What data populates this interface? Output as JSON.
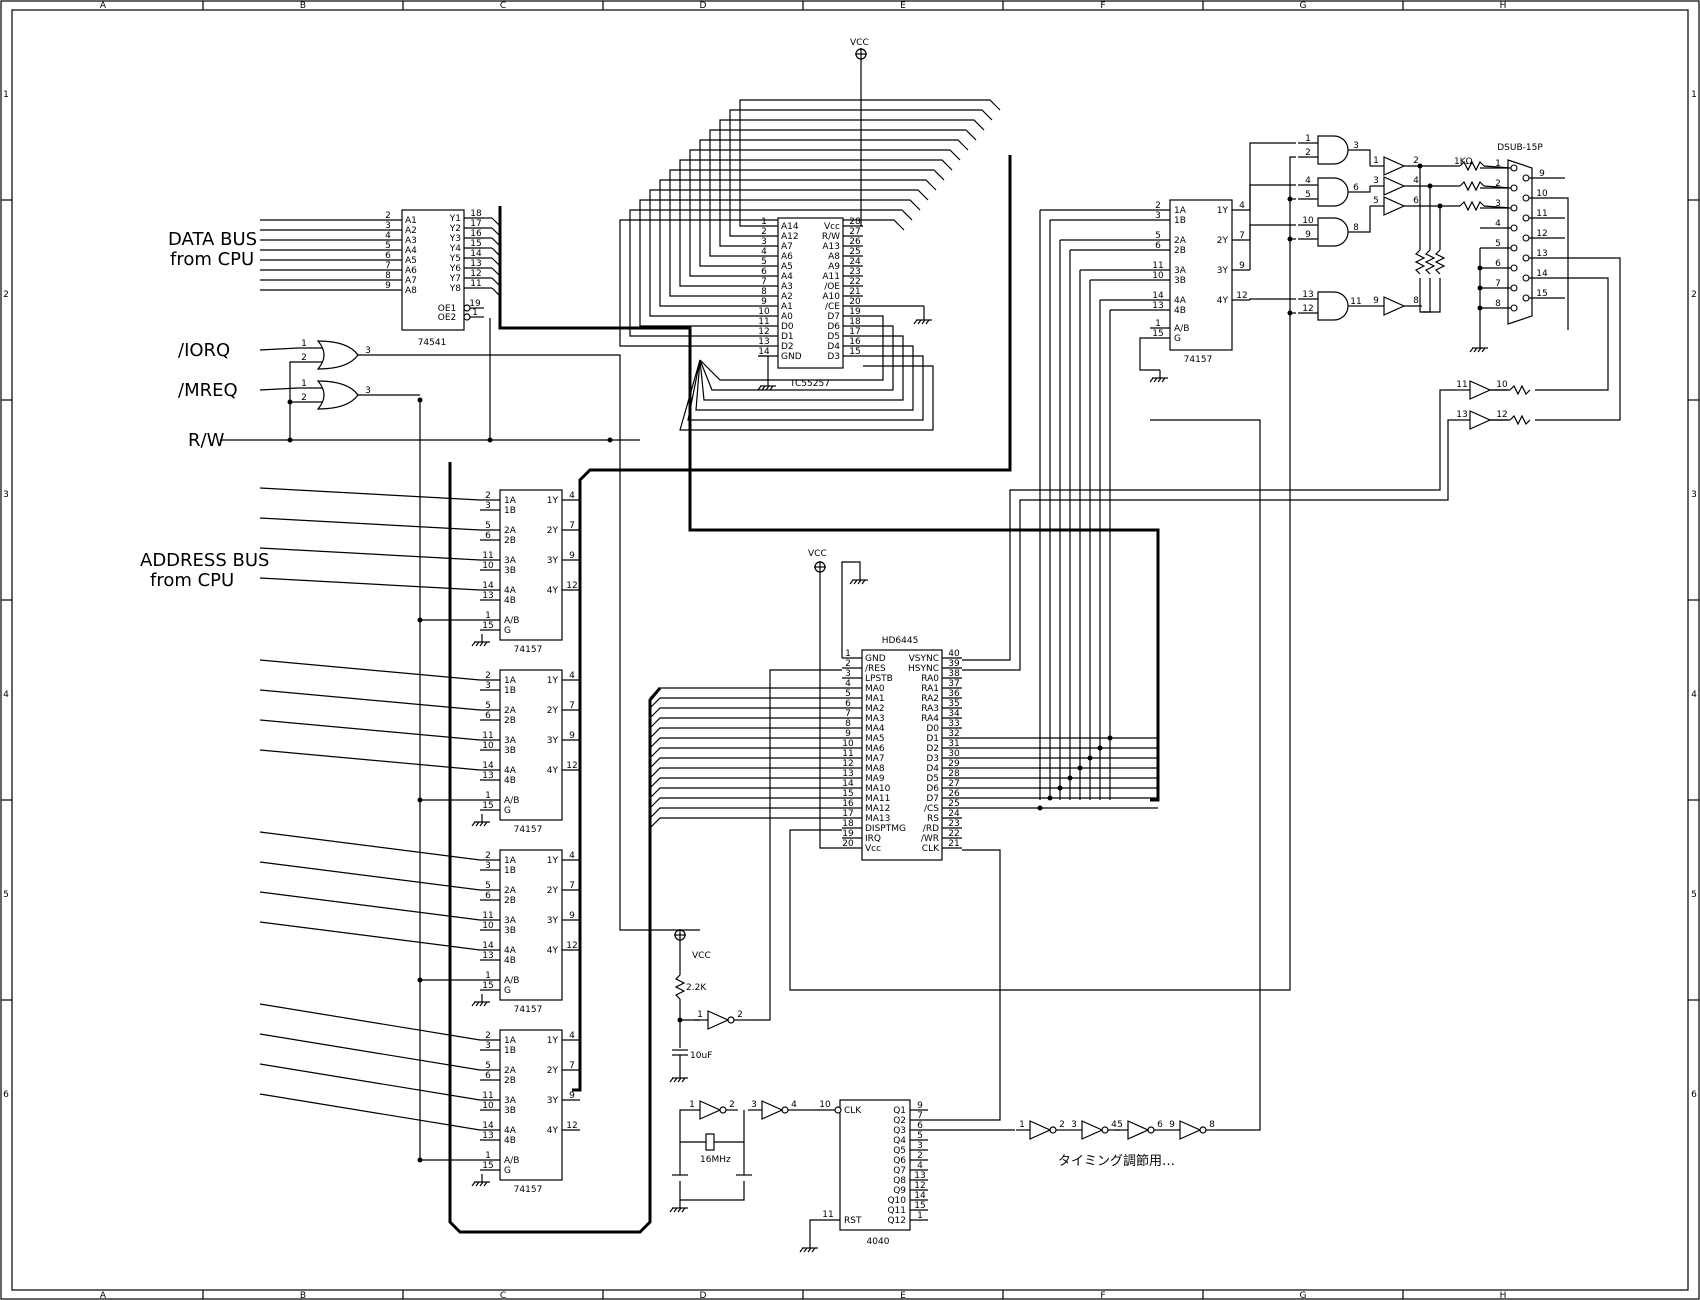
{
  "grid": {
    "columns": [
      "A",
      "B",
      "C",
      "D",
      "E",
      "F",
      "G",
      "H"
    ],
    "rows": [
      "1",
      "2",
      "3",
      "4",
      "5",
      "6"
    ]
  },
  "labels": {
    "data_bus": [
      "DATA BUS",
      "from  CPU"
    ],
    "address_bus": [
      "ADDRESS  BUS",
      "from CPU"
    ],
    "iorq": "/IORQ",
    "mreq": "/MREQ",
    "rw": "R/W",
    "vcc": "VCC",
    "timing_note": "タイミング調節用…",
    "r_2k2": "2.2K",
    "c_10uf": "10uF",
    "xtal": "16MHz",
    "r_1k": "1KΩ"
  },
  "chips": {
    "u74541": {
      "name": "74541",
      "left_pins": [
        {
          "num": "2",
          "sig": "A1"
        },
        {
          "num": "3",
          "sig": "A2"
        },
        {
          "num": "4",
          "sig": "A3"
        },
        {
          "num": "5",
          "sig": "A4"
        },
        {
          "num": "6",
          "sig": "A5"
        },
        {
          "num": "7",
          "sig": "A6"
        },
        {
          "num": "8",
          "sig": "A7"
        },
        {
          "num": "9",
          "sig": "A8"
        }
      ],
      "right_pins": [
        {
          "num": "18",
          "sig": "Y1"
        },
        {
          "num": "17",
          "sig": "Y2"
        },
        {
          "num": "16",
          "sig": "Y3"
        },
        {
          "num": "15",
          "sig": "Y4"
        },
        {
          "num": "14",
          "sig": "Y5"
        },
        {
          "num": "13",
          "sig": "Y6"
        },
        {
          "num": "12",
          "sig": "Y7"
        },
        {
          "num": "11",
          "sig": "Y8"
        }
      ],
      "oe_pins": [
        {
          "num": "19",
          "sig": "OE1"
        },
        {
          "num": "1",
          "sig": "OE2"
        }
      ]
    },
    "tc55257": {
      "name": "TC55257",
      "left_pins": [
        {
          "num": "1",
          "sig": "A14"
        },
        {
          "num": "2",
          "sig": "A12"
        },
        {
          "num": "3",
          "sig": "A7"
        },
        {
          "num": "4",
          "sig": "A6"
        },
        {
          "num": "5",
          "sig": "A5"
        },
        {
          "num": "6",
          "sig": "A4"
        },
        {
          "num": "7",
          "sig": "A3"
        },
        {
          "num": "8",
          "sig": "A2"
        },
        {
          "num": "9",
          "sig": "A1"
        },
        {
          "num": "10",
          "sig": "A0"
        },
        {
          "num": "11",
          "sig": "D0"
        },
        {
          "num": "12",
          "sig": "D1"
        },
        {
          "num": "13",
          "sig": "D2"
        },
        {
          "num": "14",
          "sig": "GND"
        }
      ],
      "right_pins": [
        {
          "num": "28",
          "sig": "Vcc"
        },
        {
          "num": "27",
          "sig": "R/W"
        },
        {
          "num": "26",
          "sig": "A13"
        },
        {
          "num": "25",
          "sig": "A8"
        },
        {
          "num": "24",
          "sig": "A9"
        },
        {
          "num": "23",
          "sig": "A11"
        },
        {
          "num": "22",
          "sig": "/OE"
        },
        {
          "num": "21",
          "sig": "A10"
        },
        {
          "num": "20",
          "sig": "/CE"
        },
        {
          "num": "19",
          "sig": "D7"
        },
        {
          "num": "18",
          "sig": "D6"
        },
        {
          "num": "17",
          "sig": "D5"
        },
        {
          "num": "16",
          "sig": "D4"
        },
        {
          "num": "15",
          "sig": "D3"
        }
      ]
    },
    "hd6445": {
      "name": "HD6445",
      "left_pins": [
        {
          "num": "1",
          "sig": "GND"
        },
        {
          "num": "2",
          "sig": "/RES"
        },
        {
          "num": "3",
          "sig": "LPSTB"
        },
        {
          "num": "4",
          "sig": "MA0"
        },
        {
          "num": "5",
          "sig": "MA1"
        },
        {
          "num": "6",
          "sig": "MA2"
        },
        {
          "num": "7",
          "sig": "MA3"
        },
        {
          "num": "8",
          "sig": "MA4"
        },
        {
          "num": "9",
          "sig": "MA5"
        },
        {
          "num": "10",
          "sig": "MA6"
        },
        {
          "num": "11",
          "sig": "MA7"
        },
        {
          "num": "12",
          "sig": "MA8"
        },
        {
          "num": "13",
          "sig": "MA9"
        },
        {
          "num": "14",
          "sig": "MA10"
        },
        {
          "num": "15",
          "sig": "MA11"
        },
        {
          "num": "16",
          "sig": "MA12"
        },
        {
          "num": "17",
          "sig": "MA13"
        },
        {
          "num": "18",
          "sig": "DISPTMG"
        },
        {
          "num": "19",
          "sig": "IRQ"
        },
        {
          "num": "20",
          "sig": "Vcc"
        }
      ],
      "right_pins": [
        {
          "num": "40",
          "sig": "VSYNC"
        },
        {
          "num": "39",
          "sig": "HSYNC"
        },
        {
          "num": "38",
          "sig": "RA0"
        },
        {
          "num": "37",
          "sig": "RA1"
        },
        {
          "num": "36",
          "sig": "RA2"
        },
        {
          "num": "35",
          "sig": "RA3"
        },
        {
          "num": "34",
          "sig": "RA4"
        },
        {
          "num": "33",
          "sig": "D0"
        },
        {
          "num": "32",
          "sig": "D1"
        },
        {
          "num": "31",
          "sig": "D2"
        },
        {
          "num": "30",
          "sig": "D3"
        },
        {
          "num": "29",
          "sig": "D4"
        },
        {
          "num": "28",
          "sig": "D5"
        },
        {
          "num": "27",
          "sig": "D6"
        },
        {
          "num": "26",
          "sig": "D7"
        },
        {
          "num": "25",
          "sig": "/CS"
        },
        {
          "num": "24",
          "sig": "RS"
        },
        {
          "num": "23",
          "sig": "/RD"
        },
        {
          "num": "22",
          "sig": "/WR"
        },
        {
          "num": "21",
          "sig": "CLK"
        }
      ]
    },
    "u74157": {
      "name": "74157",
      "left_pins": [
        {
          "num": "2",
          "sig": "1A"
        },
        {
          "num": "3",
          "sig": "1B"
        },
        {
          "num": "5",
          "sig": "2A"
        },
        {
          "num": "6",
          "sig": "2B"
        },
        {
          "num": "11",
          "sig": "3A"
        },
        {
          "num": "10",
          "sig": "3B"
        },
        {
          "num": "14",
          "sig": "4A"
        },
        {
          "num": "13",
          "sig": "4B"
        },
        {
          "num": "1",
          "sig": "A/B"
        },
        {
          "num": "15",
          "sig": "G"
        }
      ],
      "right_pins": [
        {
          "num": "4",
          "sig": "1Y"
        },
        {
          "num": "7",
          "sig": "2Y"
        },
        {
          "num": "9",
          "sig": "3Y"
        },
        {
          "num": "12",
          "sig": "4Y"
        }
      ]
    },
    "c4040": {
      "name": "4040",
      "clk": {
        "num": "10",
        "sig": "CLK"
      },
      "rst": {
        "num": "11",
        "sig": "RST"
      },
      "outputs": [
        {
          "num": "9",
          "sig": "Q1"
        },
        {
          "num": "7",
          "sig": "Q2"
        },
        {
          "num": "6",
          "sig": "Q3"
        },
        {
          "num": "5",
          "sig": "Q4"
        },
        {
          "num": "3",
          "sig": "Q5"
        },
        {
          "num": "2",
          "sig": "Q6"
        },
        {
          "num": "4",
          "sig": "Q7"
        },
        {
          "num": "13",
          "sig": "Q8"
        },
        {
          "num": "12",
          "sig": "Q9"
        },
        {
          "num": "14",
          "sig": "Q10"
        },
        {
          "num": "15",
          "sig": "Q11"
        },
        {
          "num": "1",
          "sig": "Q12"
        }
      ]
    },
    "dsub": {
      "name": "DSUB-15P",
      "left_pins": [
        "1",
        "2",
        "3",
        "4",
        "5",
        "6",
        "7",
        "8"
      ],
      "right_pins": [
        "9",
        "10",
        "11",
        "12",
        "13",
        "14",
        "15"
      ]
    }
  },
  "gates": {
    "or1": {
      "in": [
        "1",
        "2"
      ],
      "out": "3"
    },
    "or2": {
      "in": [
        "1",
        "2"
      ],
      "out": "3"
    },
    "and_gates": [
      {
        "in": [
          "1",
          "2"
        ],
        "out": "3"
      },
      {
        "in": [
          "4",
          "5"
        ],
        "out": "6"
      },
      {
        "in": [
          "10",
          "9"
        ],
        "out": "8"
      },
      {
        "in": [
          "13",
          "12"
        ],
        "out": "11"
      }
    ],
    "buffers": [
      {
        "in": "1",
        "out": "2"
      },
      {
        "in": "3",
        "out": "4"
      },
      {
        "in": "5",
        "out": "6"
      },
      {
        "in": "9",
        "out": "8"
      },
      {
        "in": "11",
        "out": "10"
      },
      {
        "in": "13",
        "out": "12"
      }
    ],
    "osc_inverters": [
      {
        "in": "1",
        "out": "2"
      },
      {
        "in": "3",
        "out": "4"
      }
    ],
    "reset_inverter": {
      "in": "1",
      "out": "2"
    },
    "delay_chain": [
      {
        "in": "1",
        "out": "2"
      },
      {
        "in": "3",
        "out": "4"
      },
      {
        "in": "5",
        "out": "6"
      },
      {
        "in": "9",
        "out": "8"
      }
    ]
  }
}
